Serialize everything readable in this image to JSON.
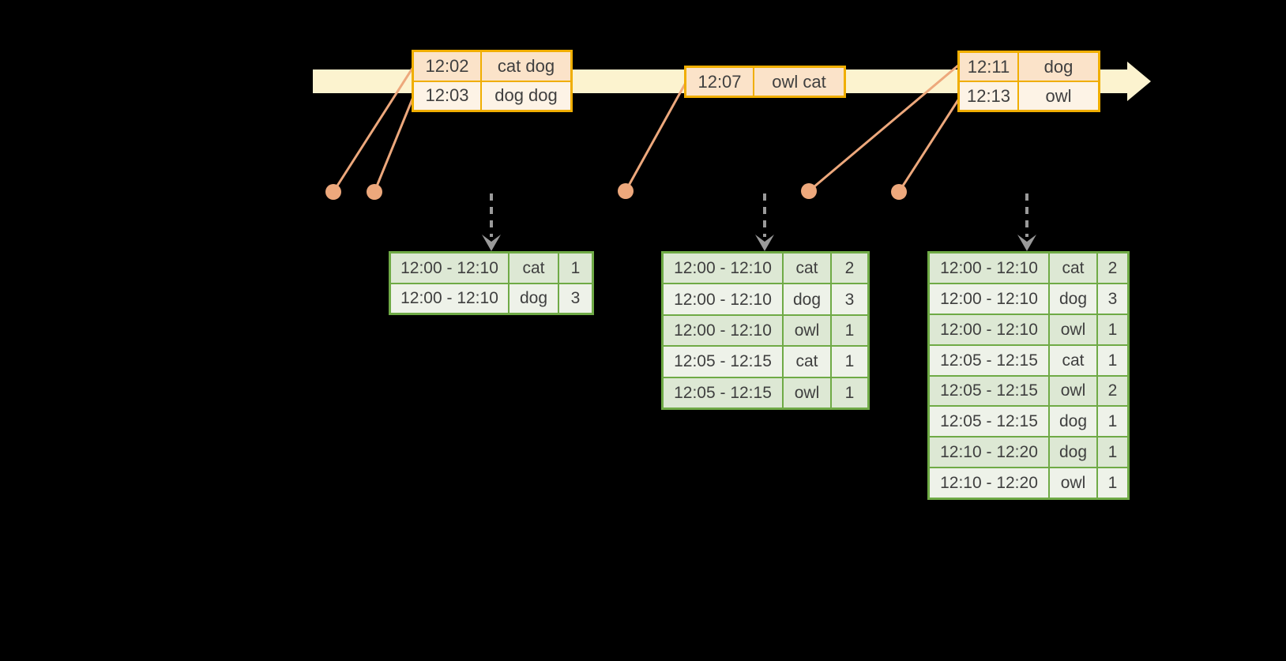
{
  "colors": {
    "background": "#000000",
    "timeline_bar": "#fcf3cf",
    "event_table_border": "#f0ae00",
    "event_row_dark": "#fbe3c9",
    "event_row_light": "#fdf3e6",
    "connector_and_dot": "#eda87c",
    "result_table_border": "#6faa46",
    "result_row_dark": "#dde8d4",
    "result_row_light": "#eef2e9",
    "dashed_arrow": "#9a9a9a",
    "text": "#3f3f3f"
  },
  "event_tables": [
    {
      "rows": [
        {
          "time": "12:02",
          "words": "cat dog"
        },
        {
          "time": "12:03",
          "words": "dog dog"
        }
      ]
    },
    {
      "rows": [
        {
          "time": "12:07",
          "words": "owl cat"
        }
      ]
    },
    {
      "rows": [
        {
          "time": "12:11",
          "words": "dog"
        },
        {
          "time": "12:13",
          "words": "owl"
        }
      ]
    }
  ],
  "result_tables": [
    {
      "rows": [
        {
          "window": "12:00 - 12:10",
          "word": "cat",
          "count": "1"
        },
        {
          "window": "12:00 - 12:10",
          "word": "dog",
          "count": "3"
        }
      ]
    },
    {
      "rows": [
        {
          "window": "12:00 - 12:10",
          "word": "cat",
          "count": "2"
        },
        {
          "window": "12:00 - 12:10",
          "word": "dog",
          "count": "3"
        },
        {
          "window": "12:00 - 12:10",
          "word": "owl",
          "count": "1"
        },
        {
          "window": "12:05 - 12:15",
          "word": "cat",
          "count": "1"
        },
        {
          "window": "12:05 - 12:15",
          "word": "owl",
          "count": "1"
        }
      ]
    },
    {
      "rows": [
        {
          "window": "12:00 - 12:10",
          "word": "cat",
          "count": "2"
        },
        {
          "window": "12:00 - 12:10",
          "word": "dog",
          "count": "3"
        },
        {
          "window": "12:00 - 12:10",
          "word": "owl",
          "count": "1"
        },
        {
          "window": "12:05 - 12:15",
          "word": "cat",
          "count": "1"
        },
        {
          "window": "12:05 - 12:15",
          "word": "owl",
          "count": "2"
        },
        {
          "window": "12:05 - 12:15",
          "word": "dog",
          "count": "1"
        },
        {
          "window": "12:10 - 12:20",
          "word": "dog",
          "count": "1"
        },
        {
          "window": "12:10 - 12:20",
          "word": "owl",
          "count": "1"
        }
      ]
    }
  ]
}
